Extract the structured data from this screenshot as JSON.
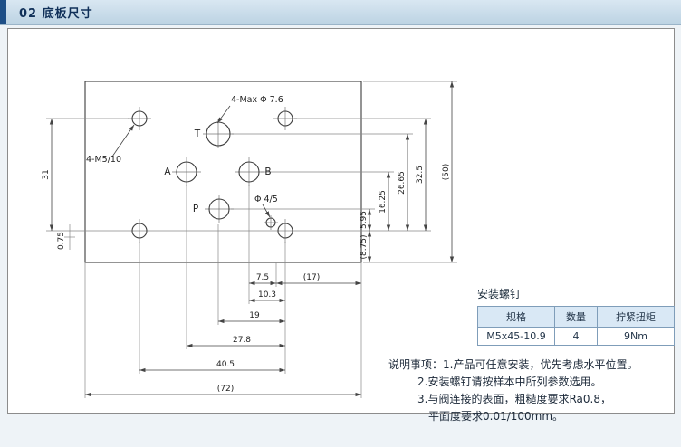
{
  "header": {
    "title": "02 底板尺寸"
  },
  "drawing": {
    "ports": {
      "t": "T",
      "a": "A",
      "b": "B",
      "p": "P"
    },
    "callouts": {
      "max_hole": "4-Max Φ 7.6",
      "mount_hole": "4-M5/10",
      "pilot_hole": "Φ 4/5"
    },
    "dims": {
      "v31": "31",
      "v075": "0.75",
      "v595": "5.95",
      "v875": "(8.75)",
      "v1625": "16.25",
      "v2665": "26.65",
      "v325": "32.5",
      "v50": "(50)",
      "h75": "7.5",
      "h17": "(17)",
      "h103": "10.3",
      "h19": "19",
      "h278": "27.8",
      "h405": "40.5",
      "h72": "(72)"
    }
  },
  "screw_table": {
    "title": "安装螺钉",
    "headers": [
      "规格",
      "数量",
      "拧紧扭矩"
    ],
    "rows": [
      [
        "M5x45-10.9",
        "4",
        "9Nm"
      ]
    ]
  },
  "notes": {
    "prefix": "说明事项：",
    "l1": "1.产品可任意安装，优先考虑水平位置。",
    "l2": "2.安装螺钉请按样本中所列参数选用。",
    "l3": "3.与阀连接的表面，粗糙度要求Ra0.8，",
    "l4": "平面度要求0.01/100mm。"
  }
}
